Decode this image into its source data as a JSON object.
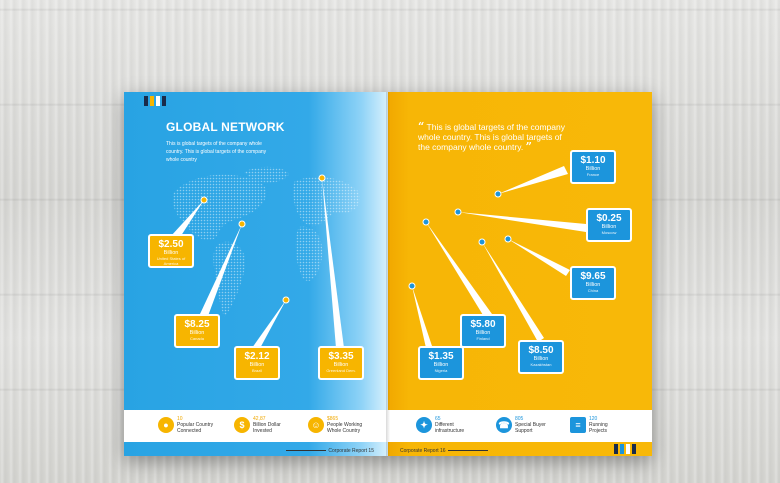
{
  "left_page": {
    "title": "GLOBAL NETWORK",
    "intro": "This is global targets of the company whole country. This is global targets of the company whole country",
    "bubbles": [
      {
        "amount": "$2.50",
        "unit": "Billion",
        "place": "United States of America"
      },
      {
        "amount": "$8.25",
        "unit": "Billion",
        "place": "Canada"
      },
      {
        "amount": "$2.12",
        "unit": "Billion",
        "place": "Brazil"
      },
      {
        "amount": "$3.35",
        "unit": "Billion",
        "place": "Greenland Dem."
      }
    ],
    "stats": [
      {
        "number": "10",
        "label1": "Popular Country",
        "label2": "Connected",
        "icon": "globe-icon"
      },
      {
        "number": "42,87",
        "label1": "Billion Dollar",
        "label2": "Invested",
        "icon": "money-bag-icon"
      },
      {
        "number": "$865",
        "label1": "People Working",
        "label2": "Whole Country",
        "icon": "people-icon"
      }
    ],
    "footer": "Corporate Report 15",
    "colors": {
      "background": "#33a9e8",
      "bubble": "#f7b500",
      "stat_icon": "#f7b500"
    }
  },
  "right_page": {
    "quote": "This is global targets of the company whole country. This is global targets of the company whole country.",
    "bubbles": [
      {
        "amount": "$1.10",
        "unit": "Billion",
        "place": "France"
      },
      {
        "amount": "$0.25",
        "unit": "Billion",
        "place": "Moscow"
      },
      {
        "amount": "$9.65",
        "unit": "Billion",
        "place": "China"
      },
      {
        "amount": "$5.80",
        "unit": "Billion",
        "place": "Finland"
      },
      {
        "amount": "$8.50",
        "unit": "Billion",
        "place": "Kazakhstan"
      },
      {
        "amount": "$1.35",
        "unit": "Billion",
        "place": "Nigeria"
      }
    ],
    "stats": [
      {
        "number": "65",
        "label1": "Different",
        "label2": "infrastructure",
        "icon": "network-icon"
      },
      {
        "number": "805",
        "label1": "Special Buyer",
        "label2": "Support",
        "icon": "support-agent-icon"
      },
      {
        "number": "120",
        "label1": "Running",
        "label2": "Projects",
        "icon": "list-icon"
      }
    ],
    "footer": "Corporate Report 16",
    "colors": {
      "background": "#f8b808",
      "bubble": "#1c95dc",
      "stat_icon": "#1c95dc"
    }
  }
}
